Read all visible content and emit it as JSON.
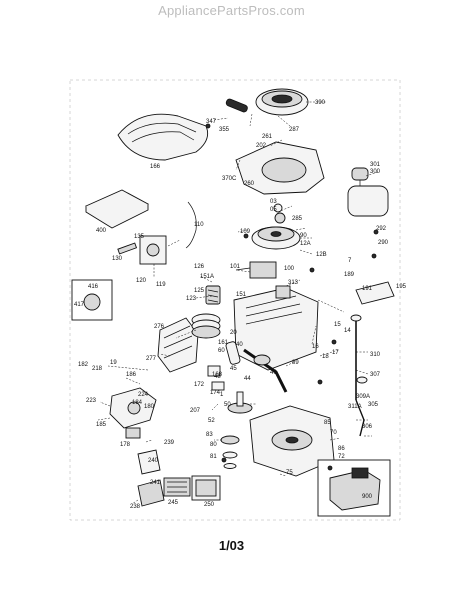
{
  "watermark": "AppliancePartsPros.com",
  "page_number": "1/03",
  "parts": [
    "390",
    "347",
    "355",
    "287",
    "166",
    "261",
    "202",
    "370C",
    "260",
    "301",
    "300",
    "03",
    "05",
    "285",
    "400",
    "110",
    "109",
    "90",
    "12A",
    "12B",
    "135",
    "130",
    "120",
    "119",
    "101",
    "100",
    "126",
    "151A",
    "151",
    "123",
    "125",
    "313",
    "189",
    "191",
    "195",
    "7",
    "292",
    "290",
    "416",
    "417",
    "276",
    "15",
    "14",
    "310",
    "161",
    "60",
    "20",
    "40",
    "45",
    "44",
    "46",
    "89",
    "16",
    "18",
    "17",
    "277",
    "182",
    "218",
    "19",
    "186",
    "168",
    "172",
    "174",
    "223",
    "224",
    "180",
    "184",
    "185",
    "178",
    "48",
    "1",
    "50",
    "207",
    "52",
    "83",
    "80",
    "81",
    "239",
    "240",
    "241",
    "238",
    "245",
    "250",
    "309A",
    "311A",
    "305",
    "306",
    "307",
    "75",
    "70",
    "85",
    "86",
    "72",
    "900"
  ]
}
